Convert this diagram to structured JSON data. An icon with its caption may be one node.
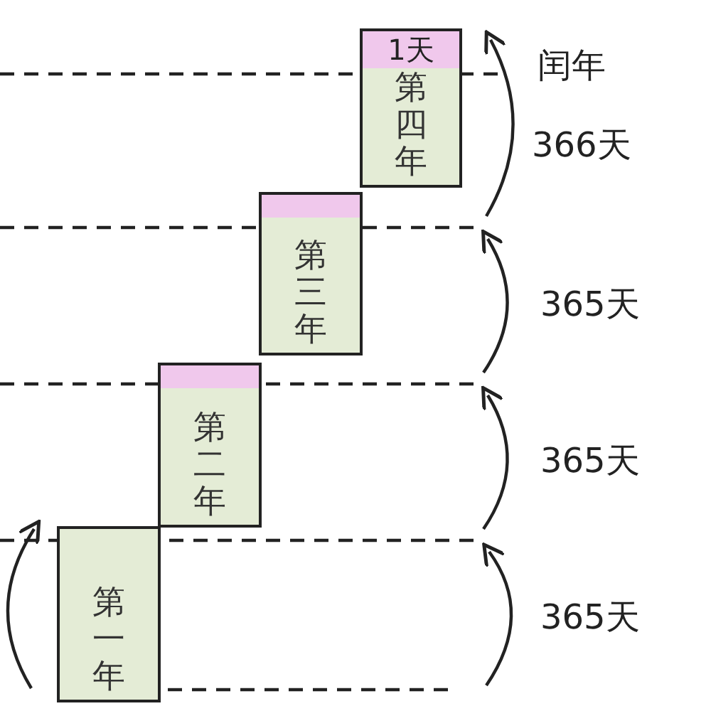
{
  "diagram": {
    "nodes": [
      {
        "text": [
          "1天",
          "第四年"
        ]
      },
      {
        "text": [
          "第三年"
        ]
      },
      {
        "text": [
          "第二年"
        ]
      },
      {
        "text": [
          "第一年"
        ]
      }
    ],
    "labels": [
      "闰年",
      "366天",
      "365天",
      "365天",
      "365天"
    ]
  }
}
